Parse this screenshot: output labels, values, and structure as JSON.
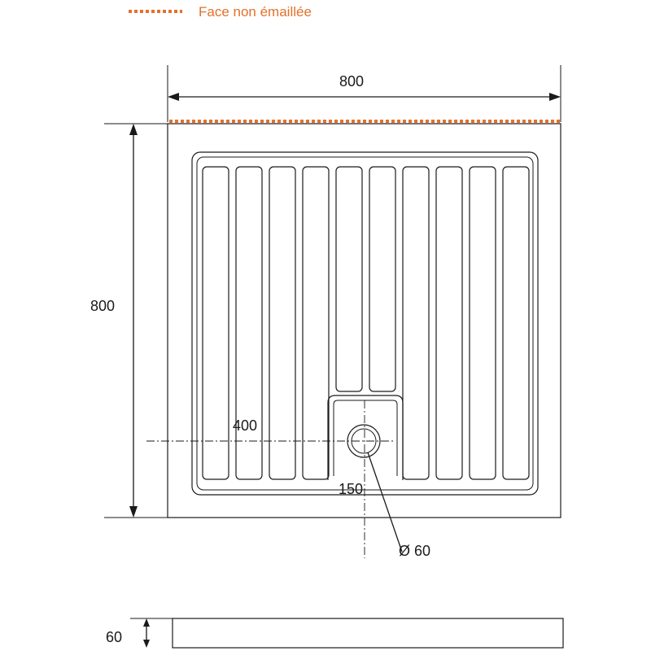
{
  "legend": {
    "label": "Face non émaillée",
    "color": "#e3712b"
  },
  "dimensions": {
    "width": "800",
    "depth": "800",
    "drain_offset_x": "400",
    "drain_offset_y": "150",
    "drain_diameter": "Ø 60",
    "height": "60"
  },
  "views": {
    "plan": {
      "channel_count": 10
    },
    "side": {}
  },
  "colors": {
    "line": "#1a1a1a",
    "unenamelled_edge": "#e3712b"
  }
}
